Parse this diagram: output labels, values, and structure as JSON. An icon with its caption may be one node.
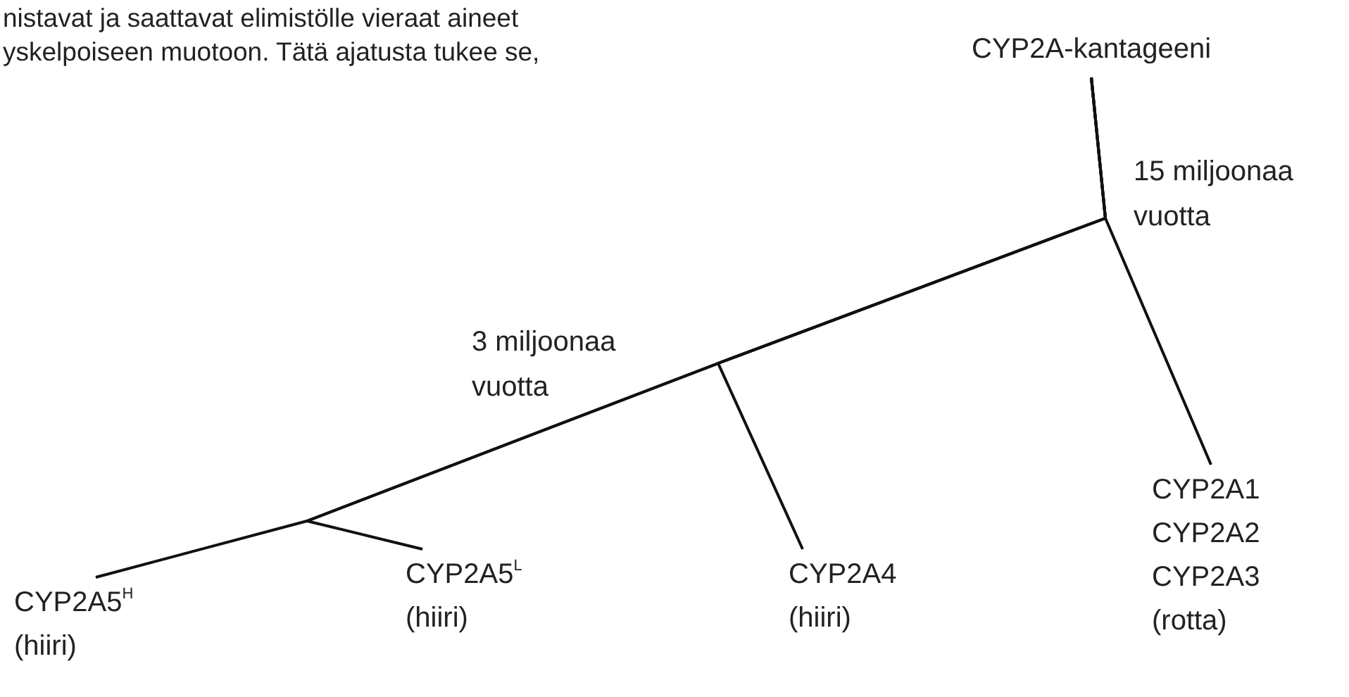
{
  "diagram": {
    "nodes": [
      {
        "text": [
          "CYP2A-kantageeni"
        ]
      },
      {
        "text": [
          "CYP2A1",
          "CYP2A2",
          "CYP2A3",
          "(rotta)"
        ]
      },
      {
        "text": [
          "CYP2A4",
          "(hiiri)"
        ]
      },
      {
        "text": [
          "CYP2A5$^{L}$",
          "(hiiri)"
        ]
      },
      {
        "text": [
          "CYP2A5$^{H}$",
          "(hiiri)"
        ]
      }
    ],
    "edges": [
      {
        "from": 0,
        "to": 1,
        "arrow": "none"
      },
      {
        "from": 0,
        "to": 2,
        "arrow": "none"
      },
      {
        "from": 0,
        "to": 3,
        "arrow": "none"
      },
      {
        "from": 0,
        "to": 4,
        "arrow": "none"
      }
    ],
    "labels": [
      "nistavat ja saattavat elimistölle vieraat aineet",
      "yskelpoiseen muotoon. Tätä ajatusta tukee se,",
      "15 miljoonaa vuotta",
      "3 miljoonaa vuotta"
    ]
  }
}
